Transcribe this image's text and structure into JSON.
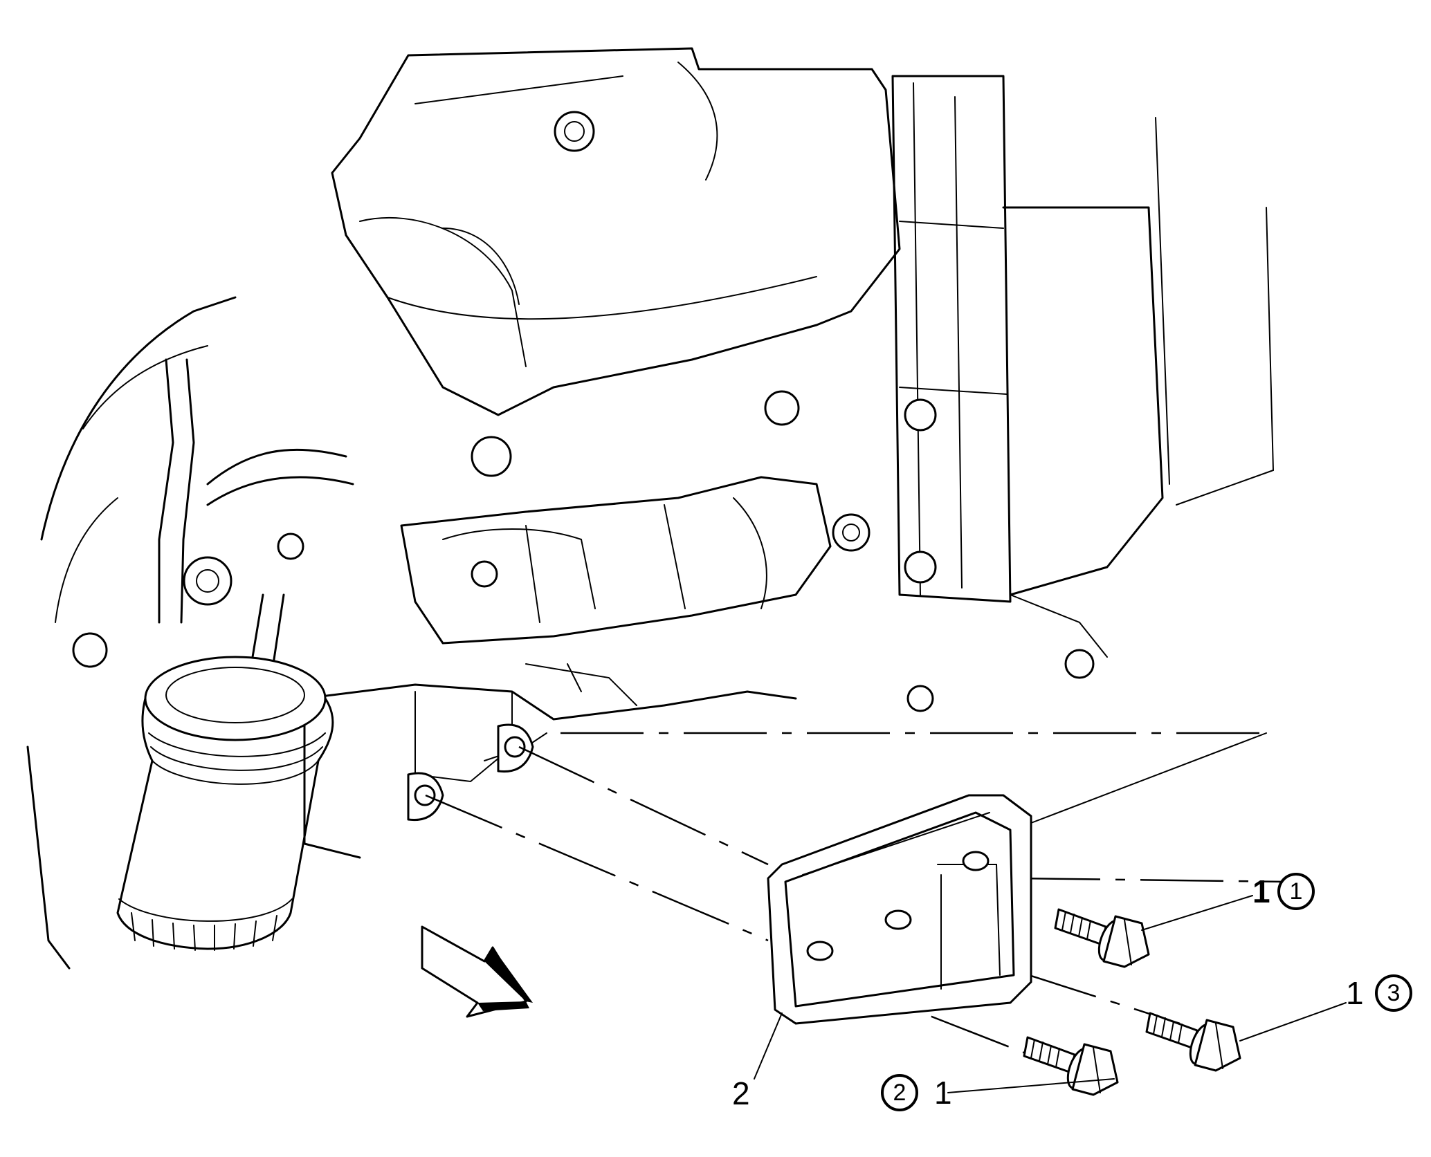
{
  "callouts": {
    "bolt_top": {
      "number": "1",
      "sequence": "1"
    },
    "bolt_middle": {
      "number": "1",
      "sequence": "3"
    },
    "bolt_bottom": {
      "number": "1",
      "sequence": "2"
    },
    "bracket": {
      "number": "2"
    }
  },
  "colors": {
    "line": "#000000",
    "background": "#ffffff"
  },
  "icons": {
    "direction_arrow": "forward-arrow-icon"
  }
}
